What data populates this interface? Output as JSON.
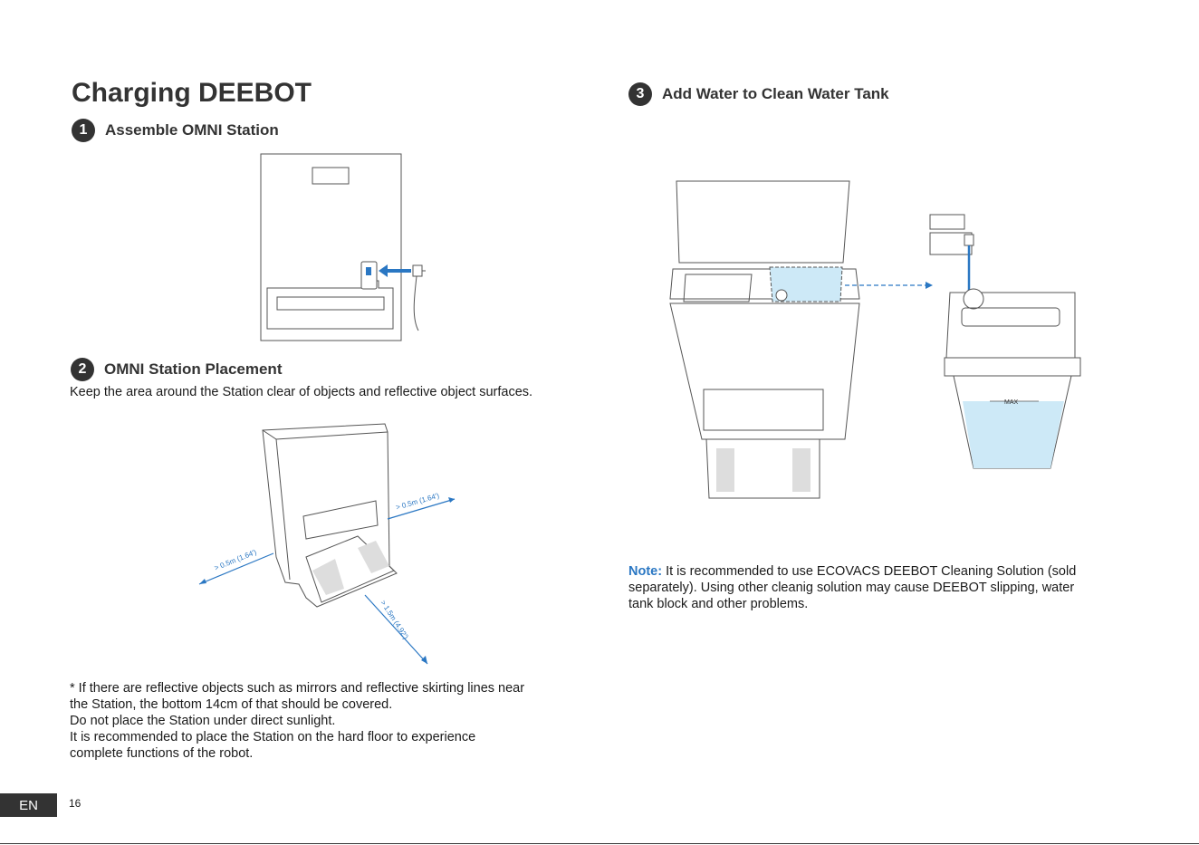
{
  "page": {
    "title": "Charging DEEBOT",
    "language_tab": "EN",
    "page_number": "16"
  },
  "steps": [
    {
      "number": "1",
      "title": "Assemble OMNI Station"
    },
    {
      "number": "2",
      "title": "OMNI Station Placement",
      "description": "Keep the area around the Station clear of objects and reflective object surfaces."
    },
    {
      "number": "3",
      "title": "Add Water to Clean Water Tank"
    }
  ],
  "placement_diagram": {
    "left_clearance": "> 0.5m (1.64')",
    "right_clearance": "> 0.5m (1.64')",
    "front_clearance": "> 1.5m (4.92')"
  },
  "tank_diagram": {
    "max_label": "MAX"
  },
  "footnotes": [
    "* If there are reflective objects such as mirrors and reflective skirting lines near",
    "the Station, the bottom 14cm of that should be covered.",
    "Do not place the Station under direct sunlight.",
    "It is recommended to place the Station on the hard floor to experience",
    "complete functions of the robot."
  ],
  "note": {
    "label": "Note:",
    "lines": [
      " It is recommended to use ECOVACS DEEBOT Cleaning Solution (sold",
      "separately). Using other cleanig solution may cause DEEBOT slipping, water",
      "tank block and other problems."
    ]
  },
  "colors": {
    "accent": "#2a77c3",
    "dark": "#333333",
    "water": "#cde9f7"
  }
}
